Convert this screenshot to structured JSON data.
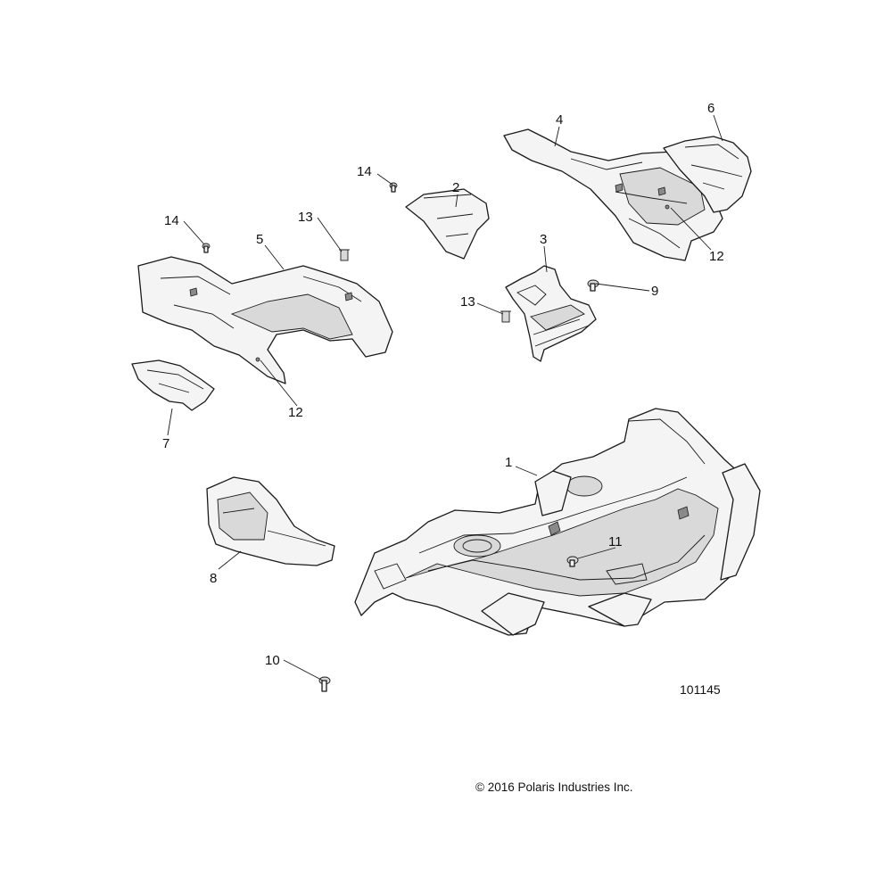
{
  "diagram": {
    "reference_number": "101145",
    "copyright": "© 2016 Polaris Industries Inc.",
    "callouts": [
      {
        "id": "c1",
        "label": "1"
      },
      {
        "id": "c2",
        "label": "2"
      },
      {
        "id": "c3",
        "label": "3"
      },
      {
        "id": "c4",
        "label": "4"
      },
      {
        "id": "c5",
        "label": "5"
      },
      {
        "id": "c6",
        "label": "6"
      },
      {
        "id": "c7",
        "label": "7"
      },
      {
        "id": "c8",
        "label": "8"
      },
      {
        "id": "c9",
        "label": "9"
      },
      {
        "id": "c10",
        "label": "10"
      },
      {
        "id": "c11",
        "label": "11"
      },
      {
        "id": "c12a",
        "label": "12"
      },
      {
        "id": "c12b",
        "label": "12"
      },
      {
        "id": "c13a",
        "label": "13"
      },
      {
        "id": "c13b",
        "label": "13"
      },
      {
        "id": "c14a",
        "label": "14"
      },
      {
        "id": "c14b",
        "label": "14"
      }
    ]
  }
}
